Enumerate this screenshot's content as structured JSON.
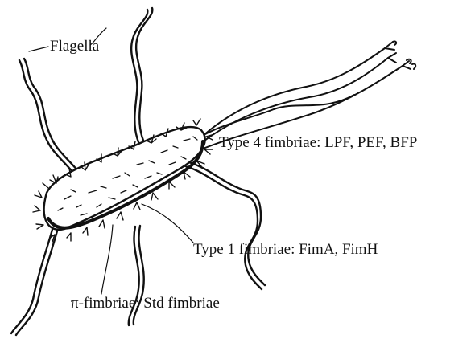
{
  "labels": {
    "flagella": "Flagella",
    "type4": "Type 4 fimbriae: LPF, PEF, BFP",
    "type1": "Type 1 fimbriae: FimA, FimH",
    "pi": "π-fimbriae: Std fimbriae"
  },
  "colors": {
    "ink": "#111111",
    "background": "#ffffff"
  }
}
